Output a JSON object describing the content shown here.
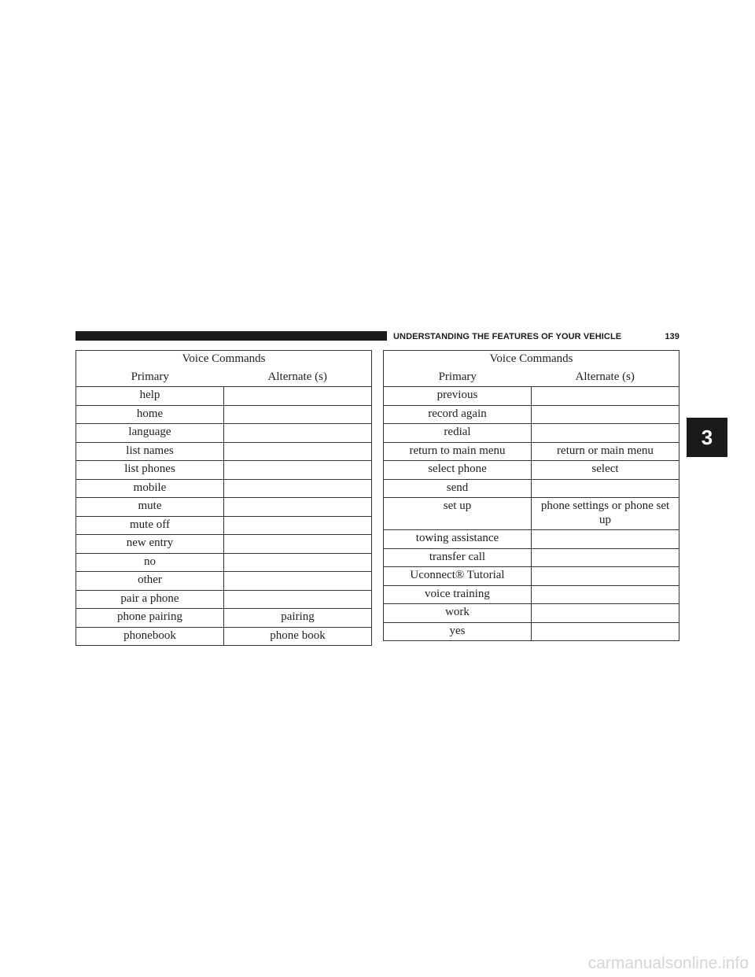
{
  "header": {
    "section_title": "UNDERSTANDING THE FEATURES OF YOUR VEHICLE",
    "page_number": "139"
  },
  "chapter_tab": "3",
  "tables": [
    {
      "title": "Voice Commands",
      "columns": [
        "Primary",
        "Alternate (s)"
      ],
      "rows": [
        [
          "help",
          ""
        ],
        [
          "home",
          ""
        ],
        [
          "language",
          ""
        ],
        [
          "list names",
          ""
        ],
        [
          "list phones",
          ""
        ],
        [
          "mobile",
          ""
        ],
        [
          "mute",
          ""
        ],
        [
          "mute off",
          ""
        ],
        [
          "new entry",
          ""
        ],
        [
          "no",
          ""
        ],
        [
          "other",
          ""
        ],
        [
          "pair a phone",
          ""
        ],
        [
          "phone pairing",
          "pairing"
        ],
        [
          "phonebook",
          "phone book"
        ]
      ]
    },
    {
      "title": "Voice Commands",
      "columns": [
        "Primary",
        "Alternate (s)"
      ],
      "rows": [
        [
          "previous",
          ""
        ],
        [
          "record again",
          ""
        ],
        [
          "redial",
          ""
        ],
        [
          "return to main menu",
          "return or main menu"
        ],
        [
          "select phone",
          "select"
        ],
        [
          "send",
          ""
        ],
        [
          "set up",
          "phone settings or phone set up"
        ],
        [
          "towing assistance",
          ""
        ],
        [
          "transfer call",
          ""
        ],
        [
          "Uconnect® Tutorial",
          ""
        ],
        [
          "voice training",
          ""
        ],
        [
          "work",
          ""
        ],
        [
          "yes",
          ""
        ]
      ]
    }
  ],
  "footer": {
    "watermark": "carmanualsonline.info"
  }
}
